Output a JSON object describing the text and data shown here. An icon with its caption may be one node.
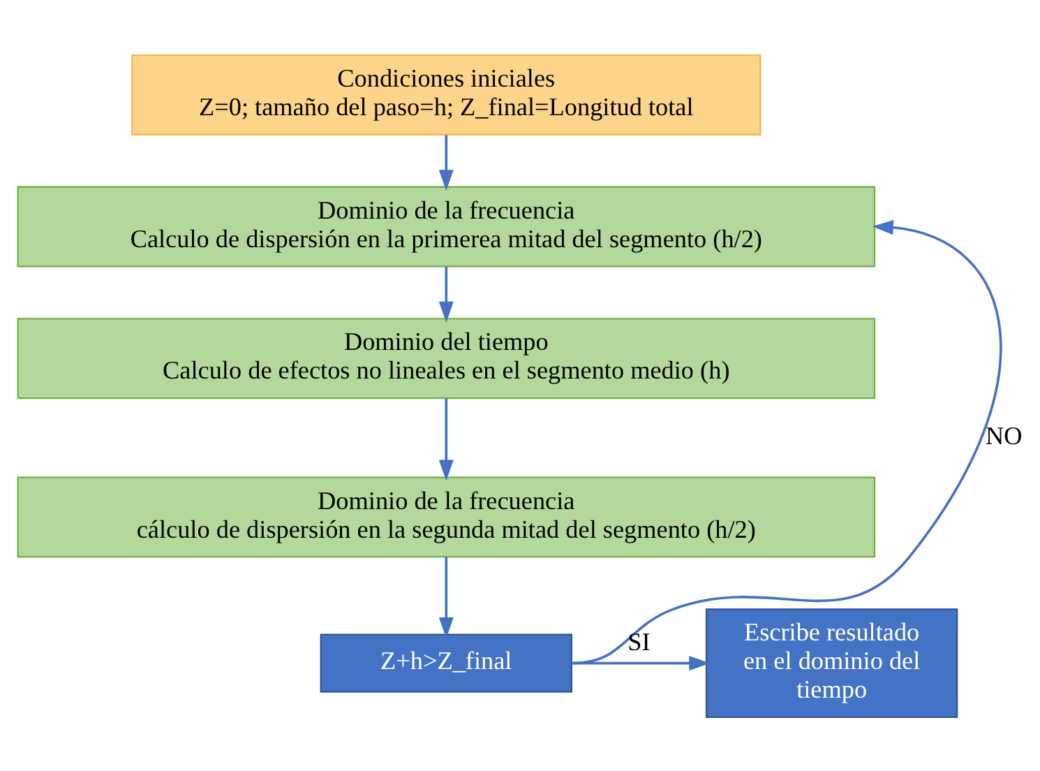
{
  "diagram": {
    "nodes": [
      {
        "text": [
          "Condiciones iniciales",
          "Z=0; tamaño del paso=h; Z_final=Longitud total"
        ]
      },
      {
        "text": [
          "Dominio de la frecuencia",
          "Calculo de dispersión en la primerea mitad del segmento (h/2)"
        ]
      },
      {
        "text": [
          "Dominio del tiempo",
          "Calculo de efectos no lineales en el segmento medio (h)"
        ]
      },
      {
        "text": [
          "Dominio de la frecuencia",
          "cálculo de dispersión en la segunda mitad del segmento (h/2)"
        ]
      },
      {
        "text": [
          "Z+h>Z_final"
        ]
      },
      {
        "text": [
          "Escribe resultado en el dominio del tiempo"
        ]
      }
    ],
    "edges": [
      {
        "from": 0,
        "to": 1,
        "arrow": "to"
      },
      {
        "from": 1,
        "to": 2,
        "arrow": "to"
      },
      {
        "from": 2,
        "to": 3,
        "arrow": "to"
      },
      {
        "from": 3,
        "to": 4,
        "arrow": "to"
      },
      {
        "from": 4,
        "to": 5,
        "arrow": "to",
        "label": "SI"
      },
      {
        "from": 4,
        "to": 1,
        "arrow": "to",
        "label": "NO"
      }
    ]
  }
}
